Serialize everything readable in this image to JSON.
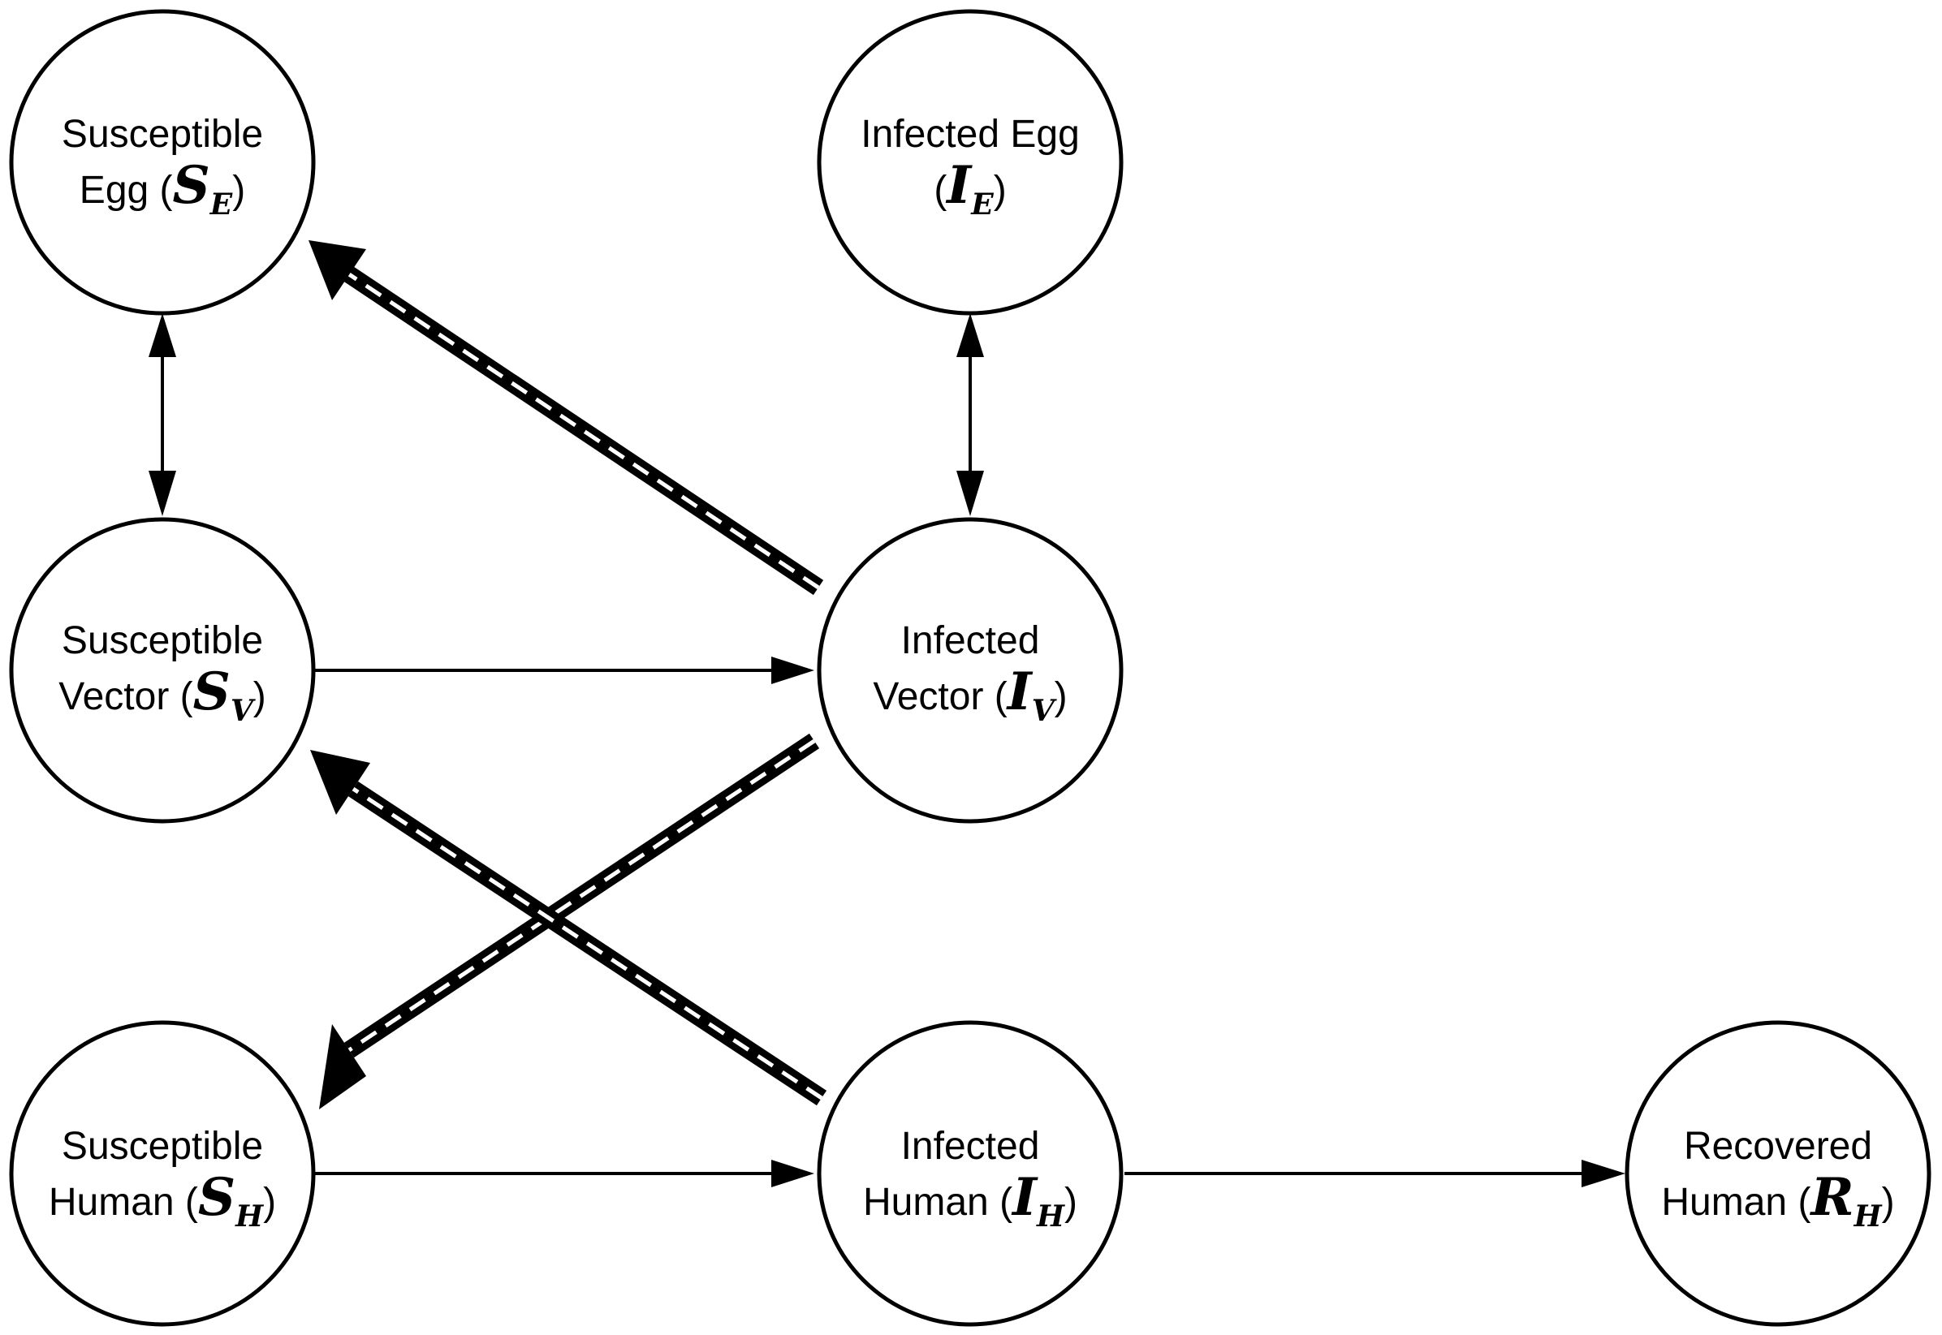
{
  "nodes": {
    "susceptible_egg": {
      "line1": "Susceptible",
      "line2_prefix": "Egg (",
      "symbol": "S",
      "subscript": "E",
      "line2_suffix": ")"
    },
    "infected_egg": {
      "line1": "Infected Egg",
      "line2_prefix": "(",
      "symbol": "I",
      "subscript": "E",
      "line2_suffix": ")"
    },
    "susceptible_vector": {
      "line1": "Susceptible",
      "line2_prefix": "Vector (",
      "symbol": "S",
      "subscript": "V",
      "line2_suffix": ")"
    },
    "infected_vector": {
      "line1": "Infected",
      "line2_prefix": "Vector (",
      "symbol": "I",
      "subscript": "V",
      "line2_suffix": ")"
    },
    "susceptible_human": {
      "line1": "Susceptible",
      "line2_prefix": "Human (",
      "symbol": "S",
      "subscript": "H",
      "line2_suffix": ")"
    },
    "infected_human": {
      "line1": "Infected",
      "line2_prefix": "Human (",
      "symbol": "I",
      "subscript": "H",
      "line2_suffix": ")"
    },
    "recovered_human": {
      "line1": "Recovered",
      "line2_prefix": "Human (",
      "symbol": "R",
      "subscript": "H",
      "line2_suffix": ")"
    }
  },
  "edges": [
    {
      "from": "susceptible_egg",
      "to": "susceptible_vector",
      "style": "solid",
      "direction": "both"
    },
    {
      "from": "infected_egg",
      "to": "infected_vector",
      "style": "solid",
      "direction": "both"
    },
    {
      "from": "susceptible_vector",
      "to": "infected_vector",
      "style": "solid",
      "direction": "forward"
    },
    {
      "from": "susceptible_human",
      "to": "infected_human",
      "style": "solid",
      "direction": "forward"
    },
    {
      "from": "infected_human",
      "to": "recovered_human",
      "style": "solid",
      "direction": "forward"
    },
    {
      "from": "infected_vector",
      "to": "susceptible_egg",
      "style": "double-dashed",
      "direction": "forward"
    },
    {
      "from": "infected_vector",
      "to": "susceptible_human",
      "style": "double-dashed",
      "direction": "forward"
    },
    {
      "from": "infected_human",
      "to": "susceptible_vector",
      "style": "double-dashed",
      "direction": "forward"
    }
  ],
  "colors": {
    "stroke": "#000000",
    "fill": "#ffffff"
  }
}
